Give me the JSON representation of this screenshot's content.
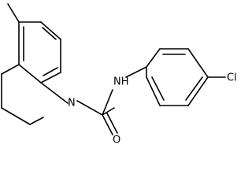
{
  "molecule": {
    "atoms": {
      "nitrogen_ring": "N",
      "nitrogen_amide": "NH",
      "oxygen": "O",
      "chlorine": "Cl"
    },
    "colors": {
      "bond": "#000000",
      "label": "#000000",
      "background": "#ffffff"
    }
  }
}
